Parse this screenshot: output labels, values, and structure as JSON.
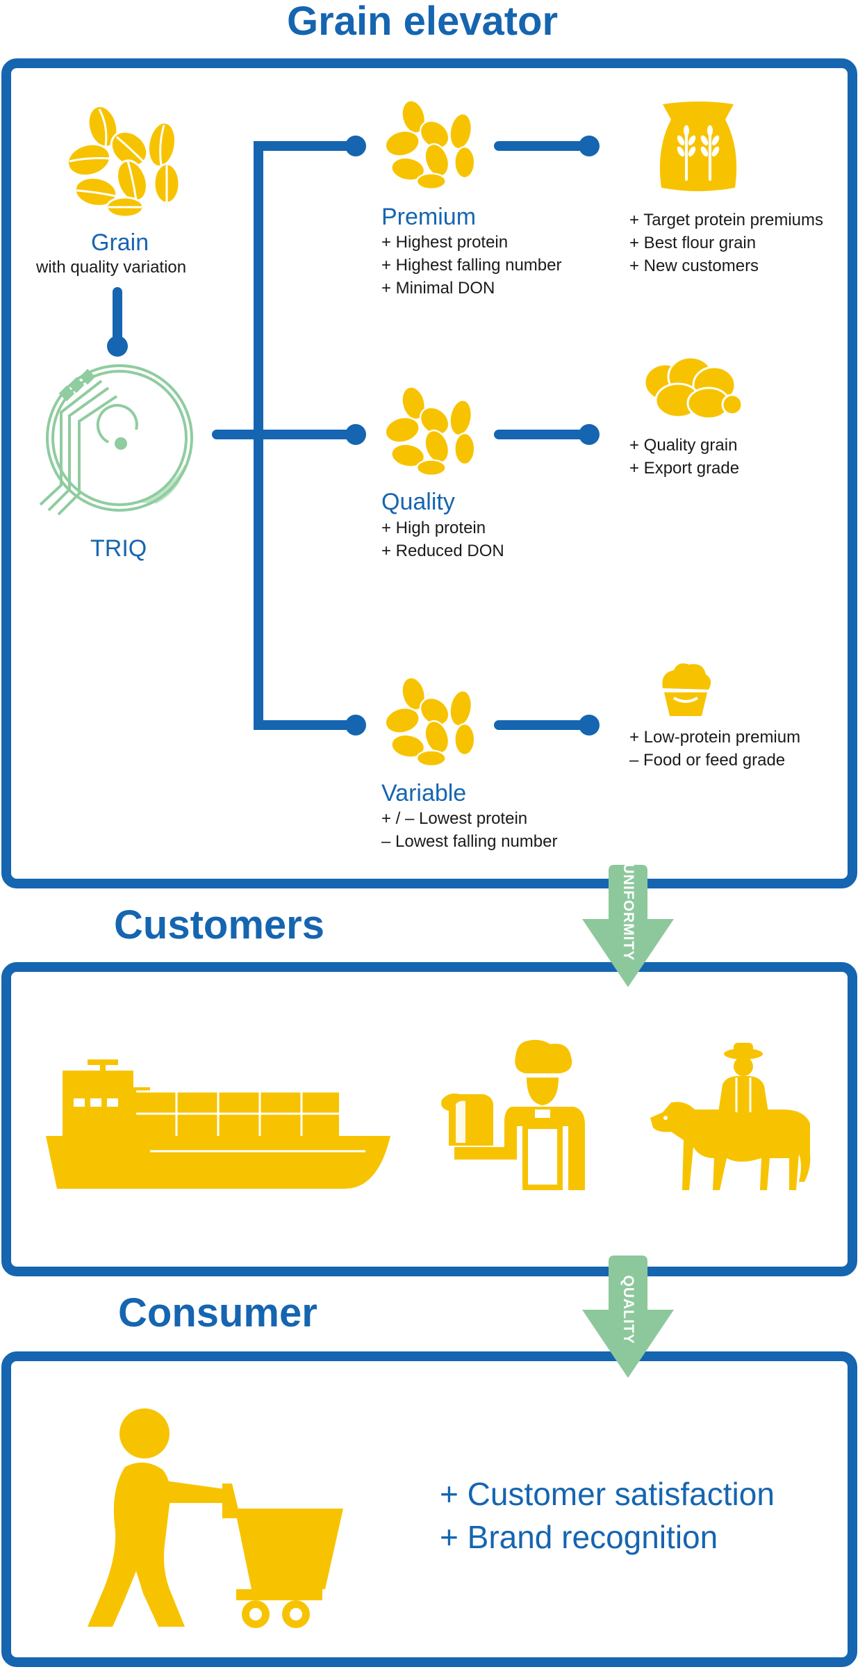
{
  "sections": {
    "grain_elevator": "Grain elevator",
    "customers": "Customers",
    "consumer": "Consumer"
  },
  "grain": {
    "title": "Grain",
    "subtitle": "with quality variation"
  },
  "triq": {
    "label": "TRIQ"
  },
  "tiers": [
    {
      "name": "Premium",
      "traits": [
        "+ Highest protein",
        "+ Highest falling number",
        "+ Minimal DON"
      ],
      "benefits": [
        "+ Target protein premiums",
        "+ Best flour grain",
        "+ New customers"
      ],
      "product_icon": "flour-sack-icon"
    },
    {
      "name": "Quality",
      "traits": [
        "+ High protein",
        "+ Reduced DON"
      ],
      "benefits": [
        "+ Quality grain",
        "+ Export grade"
      ],
      "product_icon": "bread-loaf-icon"
    },
    {
      "name": "Variable",
      "traits": [
        "+ / – Lowest protein",
        "– Lowest falling number"
      ],
      "benefits": [
        "+ Low-protein premium",
        "– Food or feed grade"
      ],
      "product_icon": "cupcake-icon"
    }
  ],
  "flow_arrows": {
    "uniformity": "UNIFORMITY",
    "quality": "QUALITY"
  },
  "customers_icons": [
    "cargo-ship-icon",
    "baker-icon",
    "farmer-with-cow-icon"
  ],
  "consumer": {
    "benefits": [
      "+ Customer satisfaction",
      "+ Brand recognition"
    ],
    "icon": "shopper-with-cart-icon"
  },
  "colors": {
    "brand_blue": "#1565b0",
    "grain_yellow": "#f7c300",
    "triq_green": "#8fcc9f",
    "arrow_green": "#8dc89c"
  }
}
